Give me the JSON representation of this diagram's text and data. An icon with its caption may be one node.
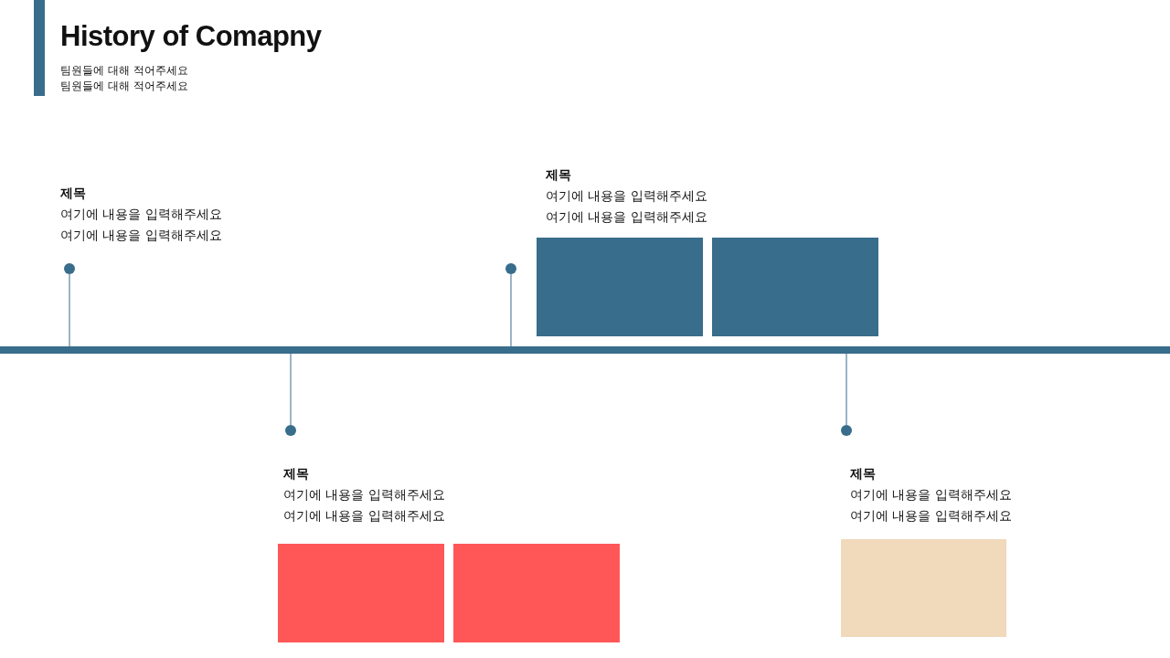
{
  "diagram": {
    "title": "History of Comapny",
    "nodes": [
      {
        "text": [
          "제목",
          "여기에 내용을 입력해주세요 여기에 내용을 입력해주세요"
        ]
      },
      {
        "text": [],
        "shape": "circle"
      },
      {
        "text": [
          "제목",
          "여기에 내용을 입력해주세요 여기에 내용을 입력해주세요"
        ]
      },
      {
        "text": [],
        "shape": "box"
      },
      {
        "text": [],
        "shape": "box"
      },
      {
        "text": [],
        "shape": "circle"
      },
      {
        "text": [],
        "shape": "bar"
      },
      {
        "text": [],
        "shape": "circle"
      },
      {
        "text": [
          "제목",
          "여기에 내용을 입력해주세요 여기에 내용을 입력해주세요"
        ]
      },
      {
        "text": [],
        "shape": "box"
      },
      {
        "text": [],
        "shape": "box"
      },
      {
        "text": [],
        "shape": "circle"
      },
      {
        "text": [
          "제목",
          "여기에 내용을 입력해주세요 여기에 내용을 입력해주세요"
        ]
      },
      {
        "text": [],
        "shape": "box"
      }
    ],
    "edges": [
      {
        "from": 6,
        "to": 1,
        "arrow": "none"
      },
      {
        "from": 6,
        "to": 5,
        "arrow": "none"
      },
      {
        "from": 6,
        "to": 7,
        "arrow": "none"
      },
      {
        "from": 6,
        "to": 11,
        "arrow": "none"
      }
    ],
    "labels": [
      "팀원들에 대해 적어주세요",
      "팀원들에 대해 적어주세요"
    ]
  }
}
